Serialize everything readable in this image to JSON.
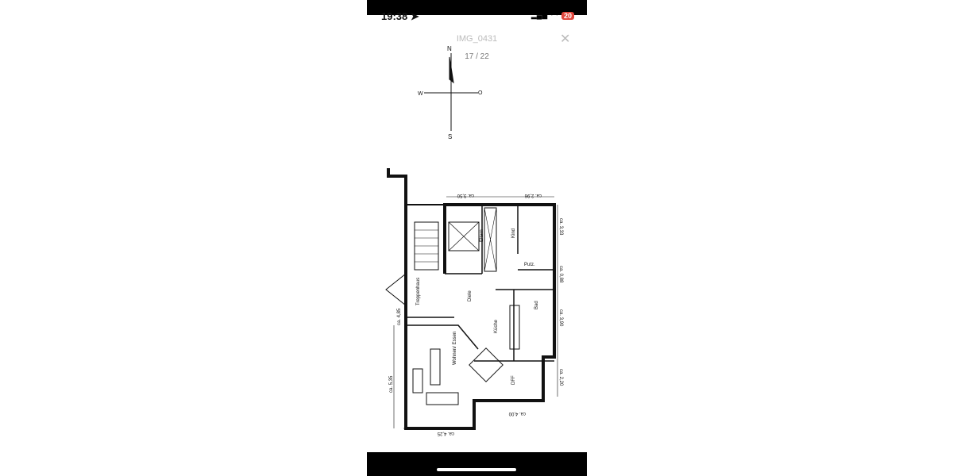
{
  "status_bar": {
    "time": "19:38",
    "battery": "20",
    "icons": [
      "location-arrow-icon",
      "signal-icon",
      "wifi-icon",
      "battery-icon"
    ]
  },
  "viewer": {
    "title": "IMG_0431",
    "counter": "17 / 22",
    "close_icon": "close-icon"
  },
  "compass": {
    "north": "N",
    "south": "S",
    "west": "W",
    "east": "O"
  },
  "floorplan": {
    "rooms": {
      "stair": "Treppenhaus",
      "hall": "Diele",
      "child": "Kind",
      "kitchen": "Küche",
      "bath": "Bad",
      "living": "Wohnen/ Essen",
      "parents": "Eltern",
      "cleaning": "Putz.",
      "dff": "DFF"
    },
    "dimensions": {
      "d1": "ca. 3,50",
      "d2": "ca. 2,96",
      "d3": "ca. 3,33",
      "d4": "ca. 0,88",
      "d5": "ca. 3,90",
      "d6": "ca. 2,20",
      "d7": "ca. 4,00",
      "d8": "ca. 4,25",
      "d9": "ca. 5,35",
      "d10": "ca. 4,85"
    }
  }
}
